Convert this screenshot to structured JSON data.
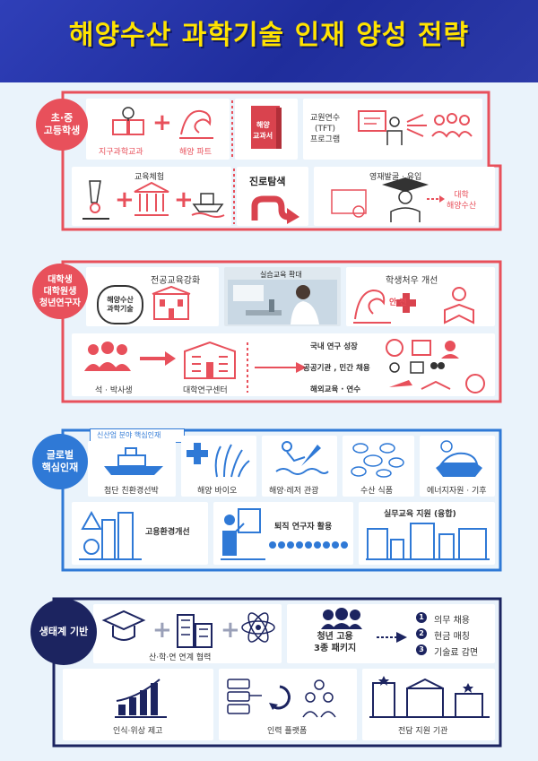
{
  "title": "해양수산 과학기술 인재 양성 전략",
  "colors": {
    "red": "#e8505b",
    "blue": "#2f79d6",
    "navy": "#1c2460",
    "title_bg": "#2636a8",
    "title_text": "#ffe300"
  },
  "s1": {
    "label": "초·중\n고등학생",
    "earth_science": "지구과학교과",
    "ocean_part": "해양 파트",
    "textbook_line1": "해양",
    "textbook_line2": "교과서",
    "teacher_training": "교원연수\n(TFT)\n프로그램",
    "education_experience": "교육체험",
    "career": "진로탐색",
    "talent_discovery": "영재발굴 · 유입",
    "university": "대학\n해양수산"
  },
  "s2": {
    "label": "대학생\n대학원생\n청년연구자",
    "major_education": "전공교육강화",
    "ocean_sci_tech": "해양수산\n과학기술",
    "practical_education": "실습교육 확대",
    "student_treatment": "학생처우 개선",
    "safety": "안 전",
    "masters_phd": "석 · 박사생",
    "univ_research_center": "대학연구센터",
    "domestic_research": "국내 연구 성장",
    "public_private": "공공기관 , 민간 채용",
    "overseas": "해외교육 · 연수"
  },
  "s3": {
    "label": "글로벌\n핵심인재",
    "banner": "신산업 분야 핵심인재",
    "eco_ship": "첨단 친환경선박",
    "ocean_bio": "해양 바이오",
    "leisure": "해양·레저 관광",
    "seafood": "수산 식품",
    "energy_climate": "에너지자원 · 기후",
    "employment_env": "고용환경개선",
    "retired_researchers": "퇴직 연구자 활용",
    "practical_support": "실무교육 지원 (융합)"
  },
  "s4": {
    "label": "생태계 기반",
    "collab": "산·학·연 연계 협력",
    "youth_package": "청년 고용\n3종 패키지",
    "items": [
      {
        "num": "1",
        "text": "의무 채용"
      },
      {
        "num": "2",
        "text": "현금 매칭"
      },
      {
        "num": "3",
        "text": "기술료 감면"
      }
    ],
    "awareness": "인식·위상 제고",
    "platform": "인력 플랫폼",
    "support_agency": "전담 지원 기관"
  }
}
